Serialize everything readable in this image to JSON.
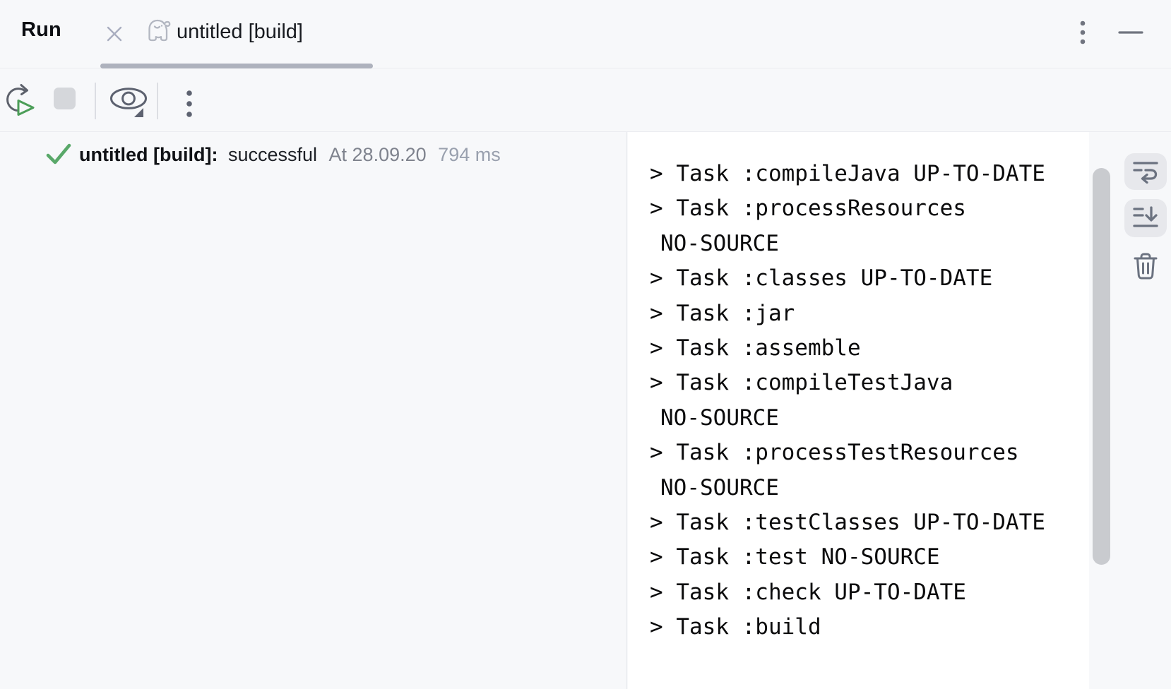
{
  "tool_window": {
    "title": "Run"
  },
  "tab": {
    "name": "untitled [build]"
  },
  "header_icons": [
    "close-icon",
    "gradle-icon",
    "kebab-menu-icon",
    "minimize-icon"
  ],
  "toolbar_icons": [
    "rerun-icon",
    "stop-icon",
    "eye-filter-icon",
    "kebab-menu-icon"
  ],
  "summary": {
    "name": "untitled [build]:",
    "status": "successful",
    "started_at": "At 28.09.20",
    "duration": "794 ms"
  },
  "console": {
    "lines": [
      {
        "text": "> Task :compileJava UP-TO-DATE",
        "wrap": false
      },
      {
        "text": "> Task :processResources",
        "wrap": false
      },
      {
        "text": "NO-SOURCE",
        "wrap": true
      },
      {
        "text": "> Task :classes UP-TO-DATE",
        "wrap": false
      },
      {
        "text": "> Task :jar",
        "wrap": false
      },
      {
        "text": "> Task :assemble",
        "wrap": false
      },
      {
        "text": "> Task :compileTestJava",
        "wrap": false
      },
      {
        "text": "NO-SOURCE",
        "wrap": true
      },
      {
        "text": "> Task :processTestResources",
        "wrap": false
      },
      {
        "text": "NO-SOURCE",
        "wrap": true
      },
      {
        "text": "> Task :testClasses UP-TO-DATE",
        "wrap": false
      },
      {
        "text": "> Task :test NO-SOURCE",
        "wrap": false
      },
      {
        "text": "> Task :check UP-TO-DATE",
        "wrap": false
      },
      {
        "text": "> Task :build",
        "wrap": false
      }
    ]
  },
  "right_sidebar_icons": [
    "soft-wrap-icon",
    "scroll-to-end-icon",
    "trash-icon"
  ],
  "colors": {
    "success_green": "#59a869",
    "panel_bg": "#f7f8fa",
    "console_bg": "#ffffff",
    "border": "#ebecf0",
    "icon_gray": "#5d6270",
    "tab_underline": "#aeb2bd",
    "secondary_text": "#7f838e",
    "tertiary_text": "#99a0ae",
    "scrollbar": "#c9cbcf",
    "button_bg": "#e7e8ec"
  }
}
